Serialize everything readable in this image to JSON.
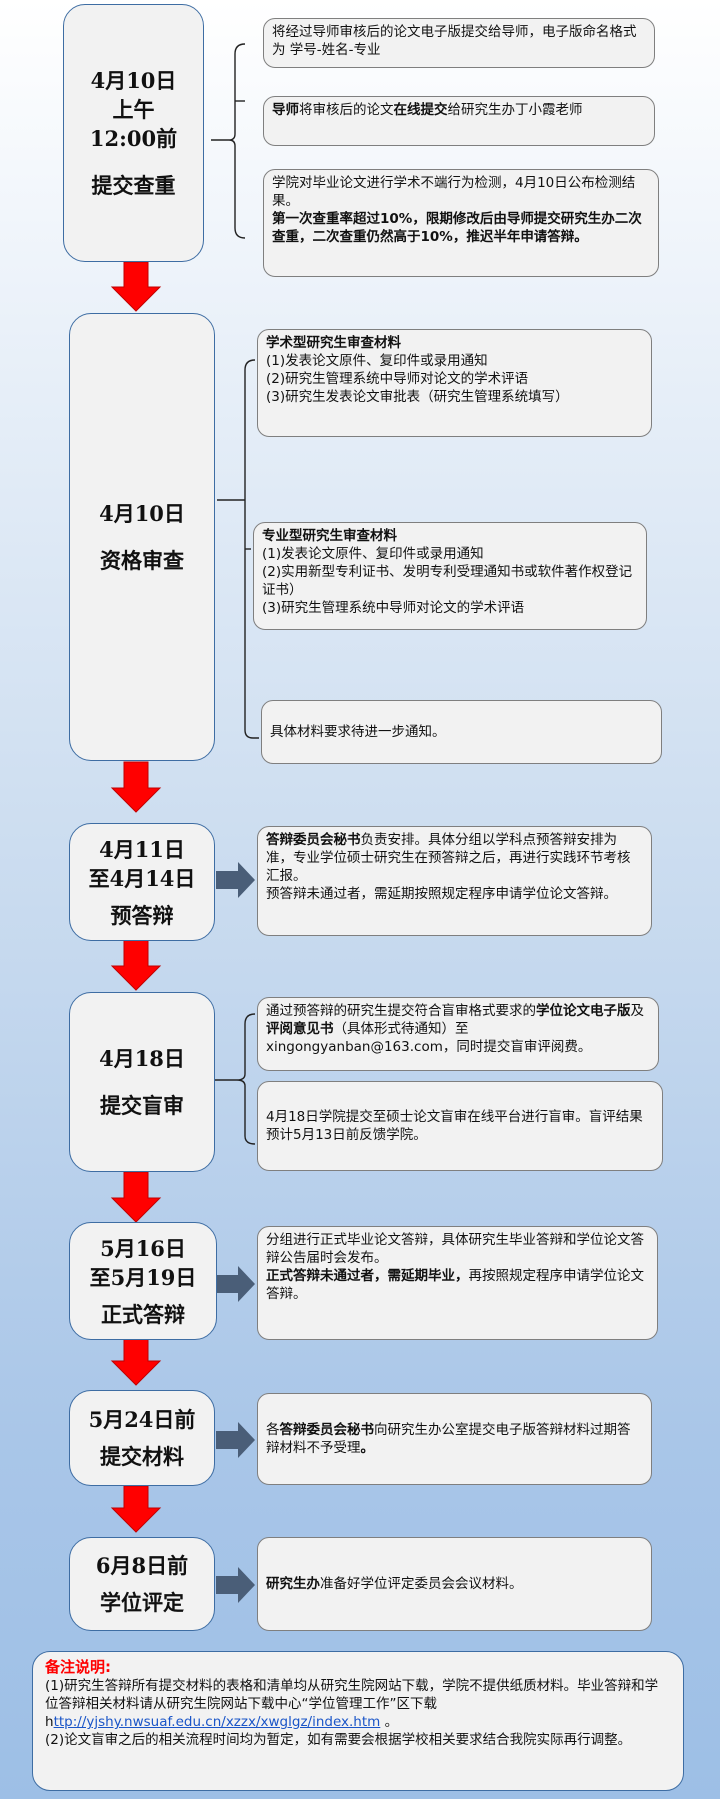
{
  "stages": [
    {
      "left_lines": [
        "4月10日",
        "上午",
        "12:00前",
        "",
        "提交查重"
      ],
      "boxes": [
        {
          "parts": [
            {
              "t": "将经过导师审核后的论文电子版提交给导师，电子版命名格式为 学号-姓名-专业",
              "b": false
            }
          ]
        },
        {
          "parts": [
            {
              "t": "导师",
              "b": true
            },
            {
              "t": "将审核后的论文",
              "b": false
            },
            {
              "t": "在线提交",
              "b": true
            },
            {
              "t": "给研究生办丁小霞老师",
              "b": false
            }
          ]
        },
        {
          "parts": [
            {
              "t": "学院对毕业论文进行学术不端行为检测，4月10日公布检测结果。",
              "b": false
            },
            {
              "t": "\n第一次查重率超过10%，限期修改后由导师提交研究生办二次查重，二次查重仍然高于10%，推迟半年申请答辩。",
              "b": true
            }
          ]
        }
      ]
    },
    {
      "left_lines": [
        "4月10日",
        "",
        "资格审查"
      ],
      "boxes": [
        {
          "parts": [
            {
              "t": "学术型研究生审查材料",
              "b": true
            },
            {
              "t": "\n(1)发表论文原件、复印件或录用通知\n(2)研究生管理系统中导师对论文的学术评语\n(3)研究生发表论文审批表（研究生管理系统填写）",
              "b": false
            }
          ]
        },
        {
          "parts": [
            {
              "t": "专业型研究生审查材料",
              "b": true
            },
            {
              "t": "\n(1)发表论文原件、复印件或录用通知\n(2)实用新型专利证书、发明专利受理通知书或软件著作权登记证书）\n(3)研究生管理系统中导师对论文的学术评语",
              "b": false
            }
          ]
        },
        {
          "parts": [
            {
              "t": "具体材料要求待进一步通知。",
              "b": false
            }
          ]
        }
      ]
    },
    {
      "left_lines": [
        "4月11日",
        "至4月14日",
        "",
        "预答辩"
      ],
      "boxes": [
        {
          "parts": [
            {
              "t": "答辩委员会秘书",
              "b": true
            },
            {
              "t": "负责安排。具体分组以学科点预答辩安排为准，专业学位硕士研究生在预答辩之后，再进行实践环节考核汇报。\n预答辩未通过者，需延期按照规定程序申请学位论文答辩。",
              "b": false
            }
          ]
        }
      ]
    },
    {
      "left_lines": [
        "4月18日",
        "",
        "提交盲审"
      ],
      "boxes": [
        {
          "parts": [
            {
              "t": "通过预答辩的研究生提交符合盲审格式要求的",
              "b": false
            },
            {
              "t": "学位论文电子版",
              "b": true
            },
            {
              "t": "及",
              "b": false
            },
            {
              "t": "评阅意见书",
              "b": true
            },
            {
              "t": "（具体形式待通知）至xingongyanban@163.com，同时提交盲审评阅费。",
              "b": false
            }
          ]
        },
        {
          "parts": [
            {
              "t": "4月18日学院提交至硕士论文盲审在线平台进行盲审。盲评结果预计5月13日前反馈学院。",
              "b": false
            }
          ]
        }
      ]
    },
    {
      "left_lines": [
        "5月16日",
        "至5月19日",
        "",
        "正式答辩"
      ],
      "boxes": [
        {
          "parts": [
            {
              "t": "分组进行正式毕业论文答辩，具体研究生毕业答辩和学位论文答辩公告届时会发布。\n",
              "b": false
            },
            {
              "t": "正式答辩未通过者，需延期毕业，",
              "b": true
            },
            {
              "t": "再按照规定程序申请学位论文答辩。",
              "b": false
            }
          ]
        }
      ]
    },
    {
      "left_lines": [
        "5月24日前",
        "",
        "提交材料"
      ],
      "boxes": [
        {
          "parts": [
            {
              "t": "各",
              "b": false
            },
            {
              "t": "答辩委员会秘书",
              "b": true
            },
            {
              "t": "向研究生办公室提交电子版答辩材料过期答辩材料不予受理",
              "b": false
            },
            {
              "t": "。",
              "b": true
            }
          ]
        }
      ]
    },
    {
      "left_lines": [
        "6月8日前",
        "",
        "学位评定"
      ],
      "boxes": [
        {
          "parts": [
            {
              "t": "研究生办",
              "b": true
            },
            {
              "t": "准备好学位评定委员会会议材料。",
              "b": false
            }
          ]
        }
      ]
    }
  ],
  "notes": {
    "title": "备注说明:",
    "line1": "(1)研究生答辩所有提交材料的表格和清单均从研究生院网站下载，学院不提供纸质材料。毕业答辩和学位答辩相关材料请从研究生院网站下载中心“学位管理工作”区下载",
    "link_prefix": "h",
    "link": "ttp://yjshy.nwsuaf.edu.cn/xzzx/xwglgz/index.htm",
    "link_suffix": " 。",
    "line2": "(2)论文盲审之后的相关流程时间均为暂定，如有需要会根据学校相关要求结合我院实际再行调整。"
  },
  "colors": {
    "arrow_red": "#ff0000",
    "arrow_gray": "#4a5e78",
    "left_border": "#3e6da3",
    "box_border": "#7f7f7f"
  }
}
